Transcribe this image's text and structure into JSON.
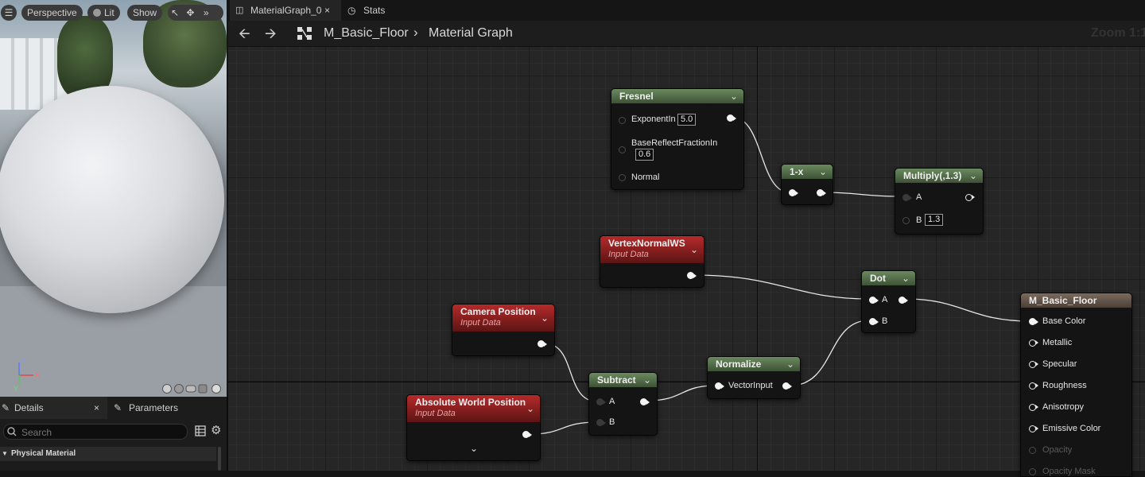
{
  "viewport": {
    "perspective_label": "Perspective",
    "lit_label": "Lit",
    "show_label": "Show",
    "axis_x": "X",
    "axis_y": "Y",
    "axis_z": "Z"
  },
  "details_panel": {
    "tab_details": "Details",
    "tab_parameters": "Parameters",
    "search_placeholder": "Search",
    "section_title": "Physical Material"
  },
  "editor": {
    "tabs": [
      "MaterialGraph_0",
      "Stats"
    ],
    "breadcrumb_material": "M_Basic_Floor",
    "breadcrumb_graph": "Material Graph",
    "zoom_label": "Zoom 1:1"
  },
  "nodes": {
    "fresnel": {
      "title": "Fresnel",
      "inputs": [
        "ExponentIn",
        "BaseReflectFractionIn",
        "Normal"
      ],
      "exponent_value": "5.0",
      "base_reflect_value": "0.6"
    },
    "one_minus": {
      "title": "1-x"
    },
    "multiply": {
      "title": "Multiply(,1.3)",
      "input_a": "A",
      "input_b": "B",
      "b_value": "1.3"
    },
    "vertex_normal": {
      "title": "VertexNormalWS",
      "subtitle": "Input Data"
    },
    "camera_position": {
      "title": "Camera Position",
      "subtitle": "Input Data"
    },
    "absolute_world_position": {
      "title": "Absolute World Position",
      "subtitle": "Input Data"
    },
    "subtract": {
      "title": "Subtract",
      "input_a": "A",
      "input_b": "B"
    },
    "normalize": {
      "title": "Normalize",
      "input": "VectorInput"
    },
    "dot": {
      "title": "Dot",
      "input_a": "A",
      "input_b": "B"
    },
    "material_output": {
      "title": "M_Basic_Floor",
      "inputs": [
        "Base Color",
        "Metallic",
        "Specular",
        "Roughness",
        "Anisotropy",
        "Emissive Color",
        "Opacity",
        "Opacity Mask"
      ]
    }
  },
  "colors": {
    "header_green": "#4f6a45",
    "header_red": "#8f1f1f",
    "header_tan": "#6b5b4f",
    "wire": "#e8e8e8"
  }
}
